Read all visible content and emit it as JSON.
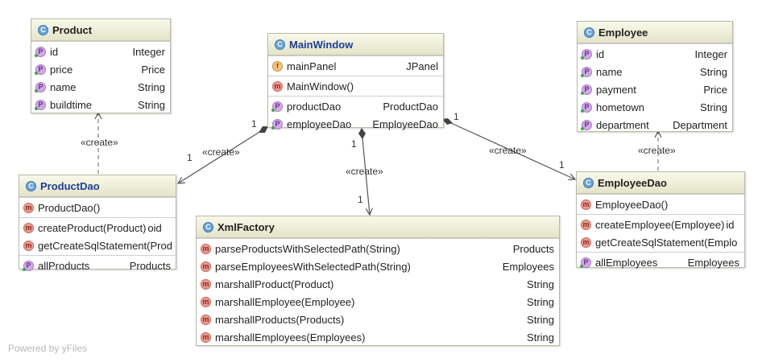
{
  "classes": {
    "product": {
      "name": "Product",
      "fields": [
        {
          "name": "id",
          "type": "Integer"
        },
        {
          "name": "price",
          "type": "Price"
        },
        {
          "name": "name",
          "type": "String"
        },
        {
          "name": "buildtime",
          "type": "String"
        }
      ]
    },
    "main_window": {
      "name": "MainWindow",
      "fields": [
        {
          "name": "mainPanel",
          "type": "JPanel"
        }
      ],
      "methods": [
        {
          "name": "MainWindow()"
        }
      ],
      "properties": [
        {
          "name": "productDao",
          "type": "ProductDao"
        },
        {
          "name": "employeeDao",
          "type": "EmployeeDao"
        }
      ]
    },
    "employee": {
      "name": "Employee",
      "fields": [
        {
          "name": "id",
          "type": "Integer"
        },
        {
          "name": "name",
          "type": "String"
        },
        {
          "name": "payment",
          "type": "Price"
        },
        {
          "name": "hometown",
          "type": "String"
        },
        {
          "name": "department",
          "type": "Department"
        }
      ]
    },
    "product_dao": {
      "name": "ProductDao",
      "constructors": [
        {
          "name": "ProductDao()"
        }
      ],
      "methods": [
        {
          "name": "createProduct(Product)",
          "type": "oid"
        },
        {
          "name": "getCreateSqlStatement(Prod",
          "type": ""
        }
      ],
      "properties": [
        {
          "name": "allProducts",
          "type": "Products"
        }
      ]
    },
    "xml_factory": {
      "name": "XmlFactory",
      "methods": [
        {
          "name": "parseProductsWithSelectedPath(String)",
          "type": "Products"
        },
        {
          "name": "parseEmployeesWithSelectedPath(String)",
          "type": "Employees"
        },
        {
          "name": "marshallProduct(Product)",
          "type": "String"
        },
        {
          "name": "marshallEmployee(Employee)",
          "type": "String"
        },
        {
          "name": "marshallProducts(Products)",
          "type": "String"
        },
        {
          "name": "marshallEmployees(Employees)",
          "type": "String"
        }
      ]
    },
    "employee_dao": {
      "name": "EmployeeDao",
      "constructors": [
        {
          "name": "EmployeeDao()"
        }
      ],
      "methods": [
        {
          "name": "createEmployee(Employee)",
          "type": "id"
        },
        {
          "name": "getCreateSqlStatement(Emplo",
          "type": ""
        }
      ],
      "properties": [
        {
          "name": "allEmployees",
          "type": "Employees"
        }
      ]
    }
  },
  "icons": {
    "class": "C",
    "field": "f",
    "method": "m",
    "property": "P"
  },
  "links": {
    "create_label": "«create»",
    "mult_one": "1"
  },
  "footer": "Powered by yFiles"
}
